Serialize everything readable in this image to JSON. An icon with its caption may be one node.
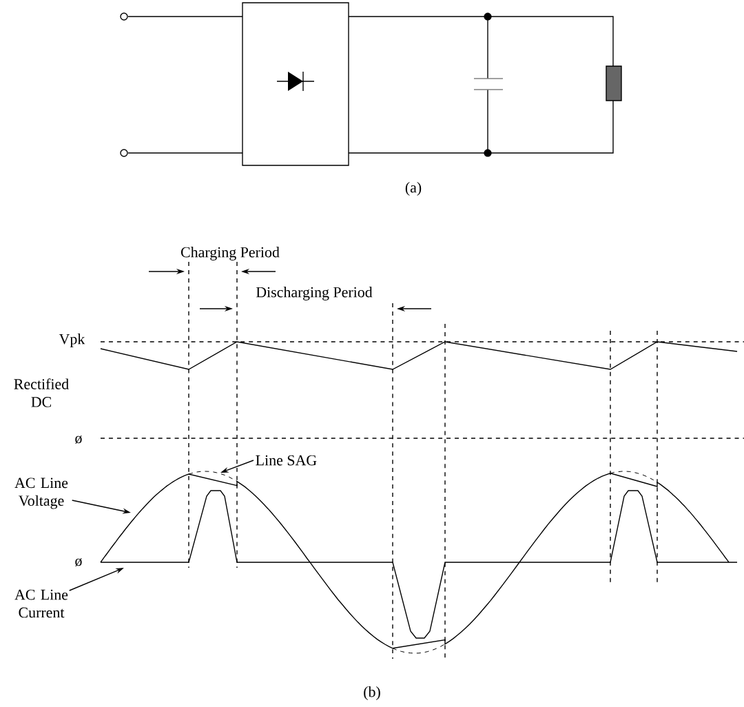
{
  "diagram": {
    "nodes": [
      {
        "text": [
          "Line SAG"
        ]
      },
      {
        "text": [
          "AC Line Voltage"
        ]
      },
      {
        "text": [
          "AC Line Current"
        ]
      }
    ],
    "edges": [
      {
        "from": 0,
        "to": null,
        "arrow": "to"
      },
      {
        "from": 1,
        "to": null,
        "arrow": "to"
      },
      {
        "from": 2,
        "to": null,
        "arrow": "to"
      }
    ],
    "labels": [
      "(a)",
      "Charging Period",
      "Discharging Period",
      "Vpk",
      "Rectified DC",
      "ø",
      "ø",
      "(b)"
    ]
  }
}
